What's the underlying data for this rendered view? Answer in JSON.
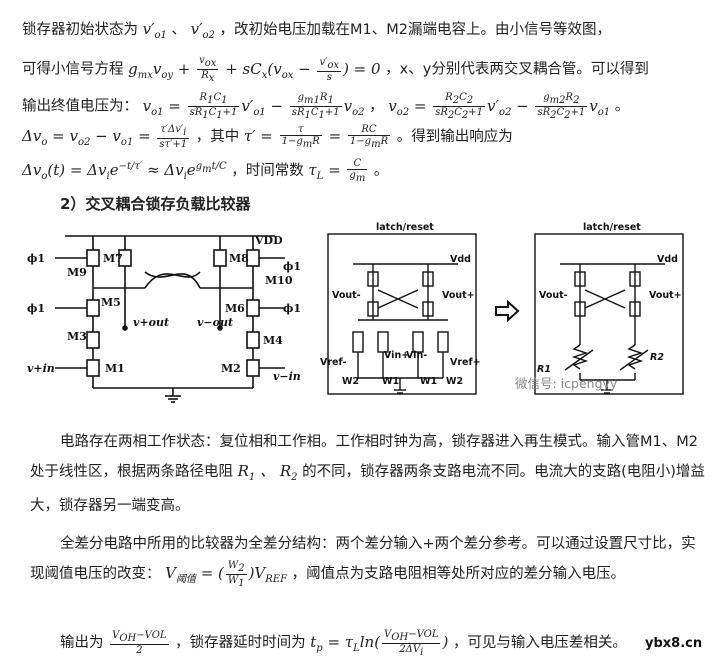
{
  "lines": {
    "l1_a": "锁存器初始状态为",
    "l1_sep": "、",
    "l1_b": "，改初始电压加载在M1、M2漏端电容上。由小信号等效图，",
    "l2_a": "可得小信号方程",
    "l2_b": "，x、y分别代表两交叉耦合管。可以得到",
    "l3_a": "输出终值电压为：",
    "l4_a": "，其中",
    "l4_b": "。得到输出响应为",
    "l5_a": "，时间常数"
  },
  "heading": "2）交叉耦合锁存负载比较器",
  "figure_left": {
    "vdd": "VDD",
    "labels": [
      "ϕ1",
      "ϕ1",
      "ϕ1",
      "ϕ1",
      "M9",
      "M7",
      "M8",
      "M10",
      "M5",
      "M6",
      "M3",
      "M4",
      "M1",
      "M2"
    ],
    "vout_p": "v+out",
    "vout_n": "v−out",
    "vin_p": "v+in",
    "vin_n": "v−in"
  },
  "figure_mid": {
    "top": "latch/reset",
    "vdd": "Vdd",
    "vout_n": "Vout-",
    "vout_p": "Vout+",
    "vref_n": "Vref-",
    "vref_p": "Vref+",
    "vin_p": "Vin+",
    "vin_n": "Vin-",
    "w2": "W2",
    "w1": "W1"
  },
  "figure_right": {
    "top": "latch/reset",
    "vdd": "Vdd",
    "vout_n": "Vout-",
    "vout_p": "Vout+",
    "r1": "R1",
    "r2": "R2"
  },
  "watermark": "微信号: icpengyy",
  "paragraphs": {
    "p1": "电路存在两相工作状态：复位相和工作相。工作相时钟为高，锁存器进入再生模式。输入管M1、M2处于线性区，根据两条路径电阻",
    "p1_b": "的不同，锁存器两条支路电流不同。电流大的支路(电阻小)增益大，锁存器另一端变高。",
    "p2": "全差分电路中所用的比较器为全差分结构：两个差分输入+两个差分参考。可以通过设置尺寸比，实现阈值电压的改变：",
    "p2_b": "，阈值点为支路电阻相等处所对应的差分输入电压。",
    "p3_a": "输出为",
    "p3_b": "，锁存器延时时间为",
    "p3_c": "，可见与输入电压差相关。"
  },
  "site_logo": "ybx8.cn"
}
